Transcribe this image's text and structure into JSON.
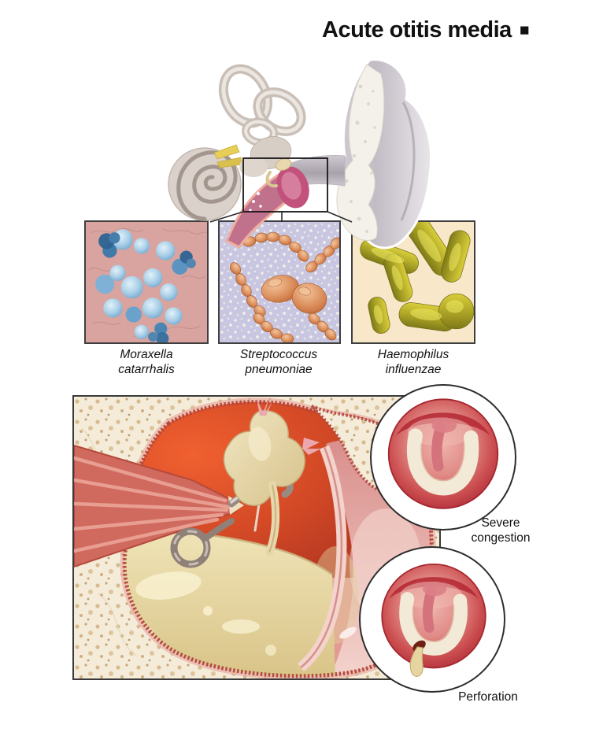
{
  "title": {
    "text": "Acute otitis media",
    "marker": "■"
  },
  "pathogen_panels": [
    {
      "line1": "Moraxella",
      "line2": "catarrhalis",
      "background": "#d9a49f",
      "organism_color": "#7fb3d6"
    },
    {
      "line1": "Streptococcus",
      "line2": "pneumoniae",
      "background": "#c9c6e2",
      "organism_color": "#d8874f"
    },
    {
      "line1": "Haemophilus",
      "line2": "influenzae",
      "background": "#f8e7c9",
      "organism_color": "#b2a426"
    }
  ],
  "insets": [
    {
      "label_line1": "Severe",
      "label_line2": "congestion"
    },
    {
      "label_line1": "Perforation",
      "label_line2": ""
    }
  ],
  "colors": {
    "background": "#ffffff",
    "title_text": "#111111",
    "panel_border": "#3f3f3f",
    "bone": "#f4ecd9",
    "inflamed_red": "#c9402a",
    "mucosa_pink": "#b44a40",
    "effusion_fluid": "#e8daa8",
    "ear_cartilage_gray": "#c4bfc6",
    "eustachian_pink": "#c0718c",
    "drum_red": "#c14046"
  }
}
